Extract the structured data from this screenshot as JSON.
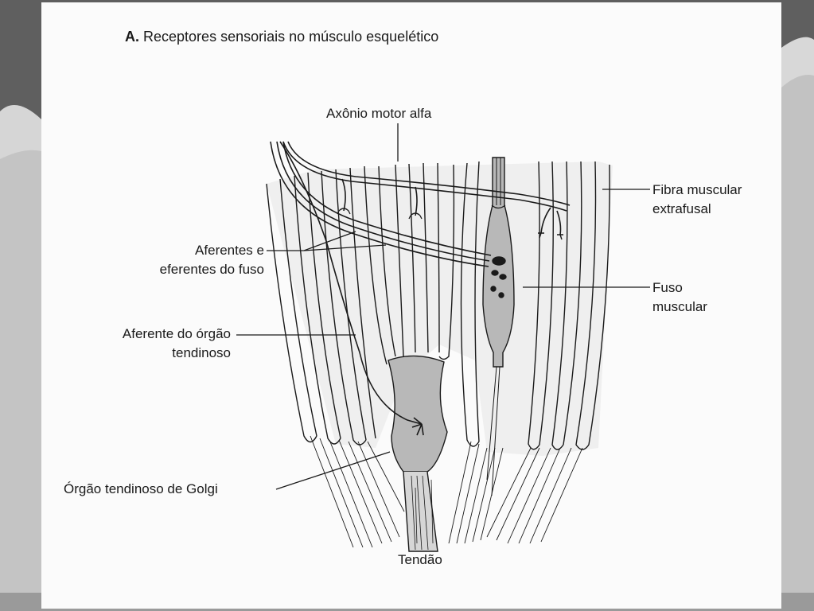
{
  "figure": {
    "panel_letter": "A.",
    "title": "Receptores sensoriais no músculo esquelético"
  },
  "labels": {
    "alpha_motor_axon": "Axônio motor alfa",
    "extrafusal_line1": "Fibra muscular",
    "extrafusal_line2": "extrafusal",
    "spindle_aff_line1": "Aferentes e",
    "spindle_aff_line2": "eferentes do fuso",
    "spindle_line1": "Fuso",
    "spindle_line2": "muscular",
    "tendon_aff_line1": "Aferente do órgão",
    "tendon_aff_line2": "tendinoso",
    "golgi": "Órgão tendinoso de Golgi",
    "tendon": "Tendão"
  },
  "colors": {
    "slide_background": "#6f6f6f",
    "panel": "#fbfbfb",
    "ink": "#1a1a1a",
    "organ_fill": "#b8b8b8"
  }
}
